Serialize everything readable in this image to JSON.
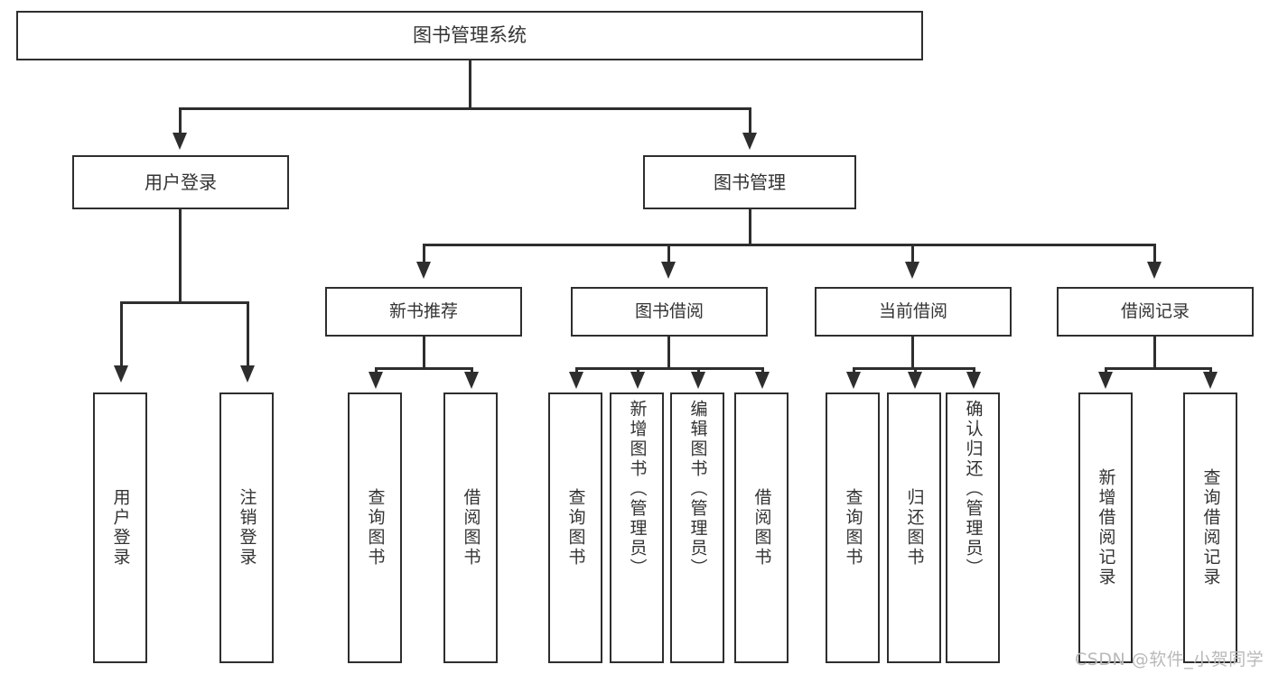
{
  "diagram": {
    "title": "图书管理系统",
    "type": "功能结构图",
    "text_color": "#333333",
    "line_color": "#2e2e2e",
    "background": "#ffffff",
    "nodes": {
      "root": {
        "label": "图书管理系统"
      },
      "level2": [
        {
          "id": "user-login",
          "label": "用户登录"
        },
        {
          "id": "book-management",
          "label": "图书管理"
        }
      ],
      "level3": [
        {
          "id": "new-book-recommend",
          "label": "新书推荐"
        },
        {
          "id": "book-borrow",
          "label": "图书借阅"
        },
        {
          "id": "current-borrow",
          "label": "当前借阅"
        },
        {
          "id": "borrow-record",
          "label": "借阅记录"
        }
      ],
      "leaves": {
        "user_login": [
          {
            "id": "leaf-user-login",
            "label": "用户登录"
          },
          {
            "id": "leaf-logout-login",
            "label": "注销登录"
          }
        ],
        "new_book_recommend": [
          {
            "id": "leaf-query-book-1",
            "label": "查询图书"
          },
          {
            "id": "leaf-borrow-book-1",
            "label": "借阅图书"
          }
        ],
        "book_borrow": [
          {
            "id": "leaf-query-book-2",
            "label": "查询图书"
          },
          {
            "id": "leaf-add-book",
            "label": "新增图书（管理员）"
          },
          {
            "id": "leaf-edit-book",
            "label": "编辑图书（管理员）"
          },
          {
            "id": "leaf-borrow-book-2",
            "label": "借阅图书"
          }
        ],
        "current_borrow": [
          {
            "id": "leaf-query-book-3",
            "label": "查询图书"
          },
          {
            "id": "leaf-return-book",
            "label": "归还图书"
          },
          {
            "id": "leaf-confirm-return",
            "label": "确认归还（管理员）"
          }
        ],
        "borrow_record": [
          {
            "id": "leaf-add-record",
            "label": "新增借阅记录"
          },
          {
            "id": "leaf-query-record",
            "label": "查询借阅记录"
          }
        ]
      }
    },
    "watermark": "CSDN @软件_小贺同学"
  }
}
